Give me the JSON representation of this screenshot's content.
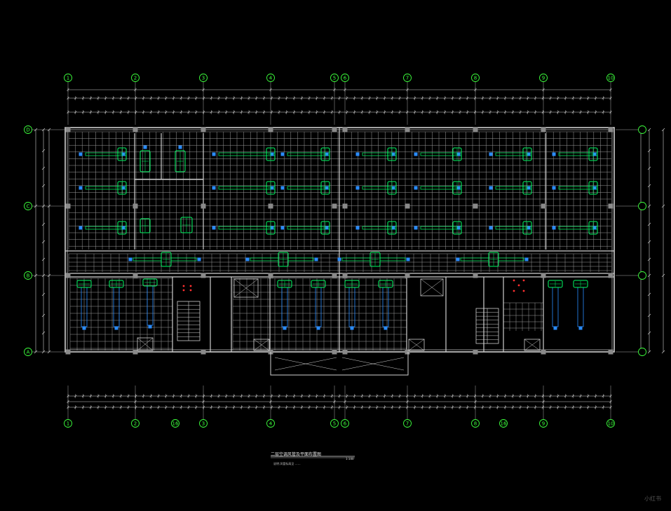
{
  "drawing": {
    "title": "二层空调风管及平面布置图",
    "scale": "1:100",
    "note": "说明:风管标高见 ……",
    "watermark": "小红书",
    "colors": {
      "background": "#000000",
      "wall": "#cfcfcf",
      "grid": "#9c9c9c",
      "duct": "#00ff66",
      "diffuser": "#2a8cff",
      "axis": "#3cff3c",
      "dim": "#d0d0d0",
      "accent": "#ff3030"
    },
    "axes_x": [
      "1",
      "2",
      "3",
      "4",
      "5",
      "6",
      "7",
      "8",
      "9",
      "10"
    ],
    "axes_x_bottom": [
      "1",
      "2",
      "16",
      "3",
      "4",
      "5",
      "6",
      "7",
      "8",
      "16",
      "9",
      "10"
    ],
    "axes_y": [
      "D",
      "C",
      "B",
      "A"
    ]
  }
}
